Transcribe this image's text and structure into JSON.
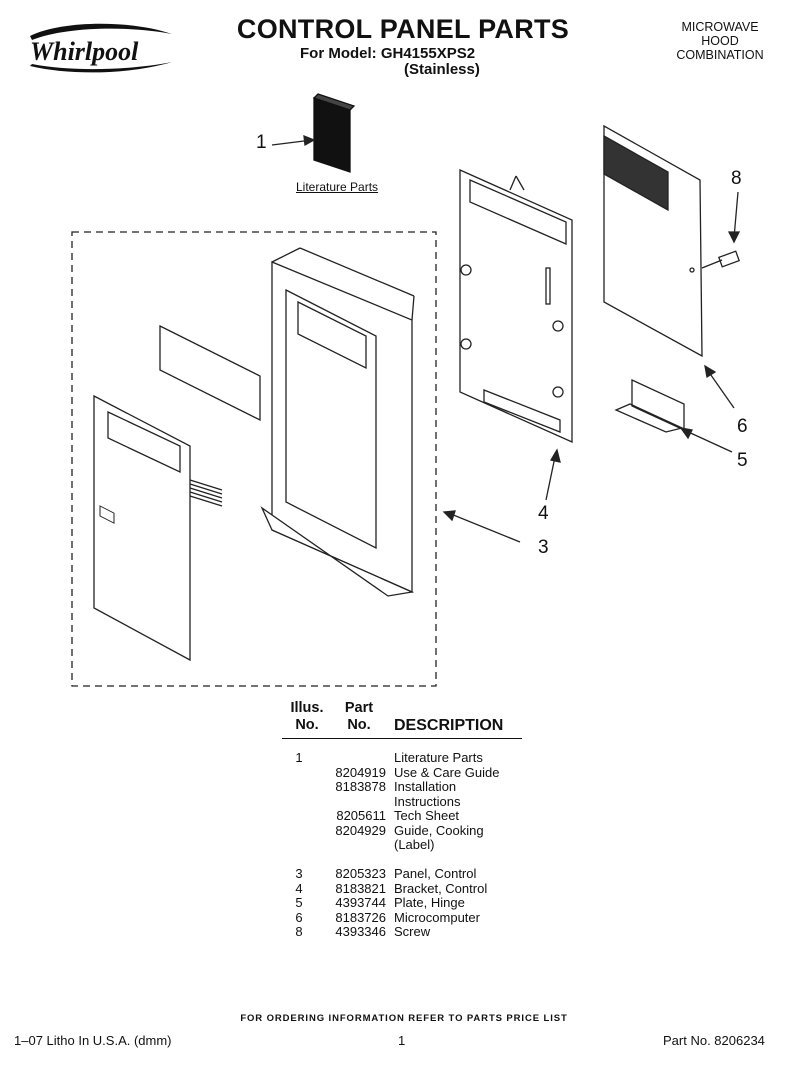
{
  "header": {
    "brand": "Whirlpool",
    "title": "CONTROL PANEL PARTS",
    "model_line": "For Model: GH4155XPS2",
    "finish": "(Stainless)",
    "product_type": [
      "MICROWAVE",
      "HOOD",
      "COMBINATION"
    ]
  },
  "diagram": {
    "literature_label": "Literature Parts",
    "callouts": [
      "1",
      "8",
      "6",
      "5",
      "4",
      "3"
    ]
  },
  "parts_table": {
    "headers": {
      "illus": [
        "Illus.",
        "No."
      ],
      "part": [
        "Part",
        "No."
      ],
      "description": "DESCRIPTION"
    },
    "rows": [
      {
        "illus": "1",
        "part": "",
        "desc": "Literature Parts"
      },
      {
        "illus": "",
        "part": "8204919",
        "desc": "Use & Care Guide"
      },
      {
        "illus": "",
        "part": "8183878",
        "desc": "Installation"
      },
      {
        "illus": "",
        "part": "",
        "desc": "Instructions"
      },
      {
        "illus": "",
        "part": "8205611",
        "desc": "Tech Sheet"
      },
      {
        "illus": "",
        "part": "8204929",
        "desc": "Guide, Cooking"
      },
      {
        "illus": "",
        "part": "",
        "desc": "(Label)"
      },
      {
        "illus": "3",
        "part": "8205323",
        "desc": "Panel, Control"
      },
      {
        "illus": "4",
        "part": "8183821",
        "desc": "Bracket, Control"
      },
      {
        "illus": "5",
        "part": "4393744",
        "desc": "Plate, Hinge"
      },
      {
        "illus": "6",
        "part": "8183726",
        "desc": "Microcomputer"
      },
      {
        "illus": "8",
        "part": "4393346",
        "desc": "Screw"
      }
    ]
  },
  "footer": {
    "order_note": "FOR ORDERING INFORMATION REFER TO PARTS PRICE LIST",
    "litho": "1–07 Litho In U.S.A. (dmm)",
    "page": "1",
    "part_no": "Part No. 8206234"
  }
}
